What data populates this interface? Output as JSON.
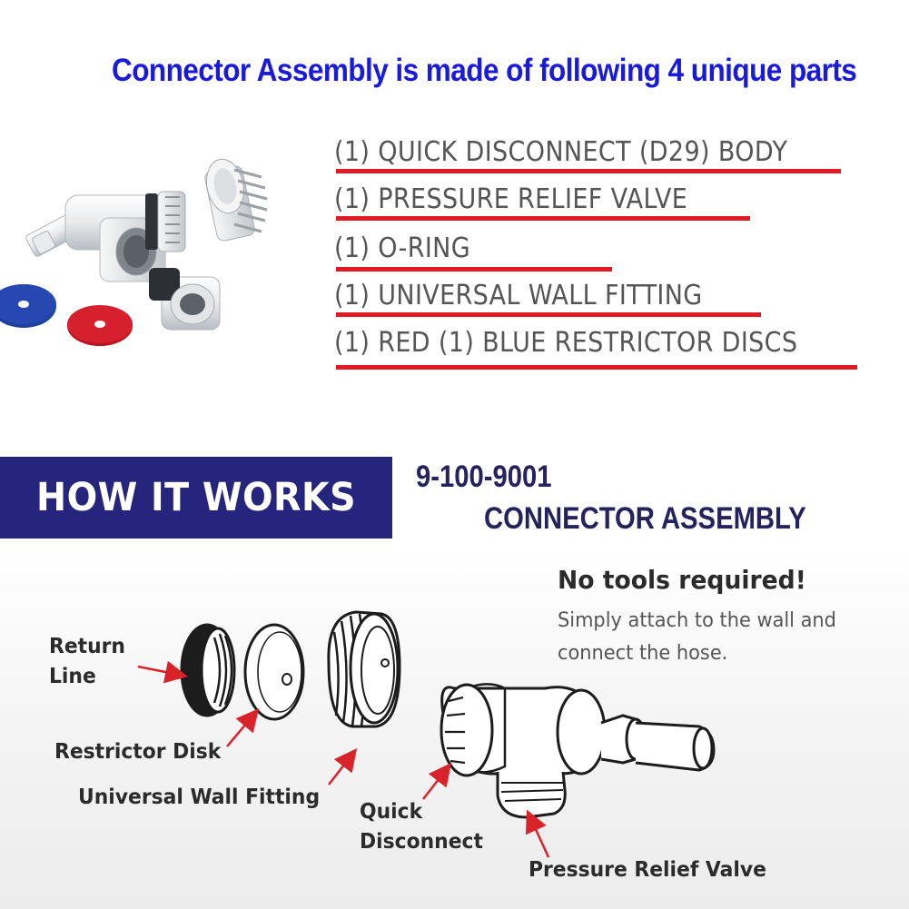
{
  "headline": "Connector Assembly is made of following 4 unique parts",
  "parts": [
    "(1) QUICK DISCONNECT (D29) BODY",
    "(1) PRESSURE RELIEF VALVE",
    "(1)  O-RING",
    "(1) UNIVERSAL WALL FITTING",
    "(1) RED (1) BLUE RESTRICTOR DISCS"
  ],
  "banner": {
    "title": "HOW IT WORKS"
  },
  "model": {
    "number": "9-100-9001",
    "name": "CONNECTOR ASSEMBLY"
  },
  "no_tools": {
    "heading": "No tools required!",
    "line1": "Simply attach to the wall and",
    "line2": "connect the hose."
  },
  "callouts": {
    "return_line": [
      "Return",
      "Line"
    ],
    "restrictor_disk": "Restrictor Disk",
    "universal_wall_fitting": "Universal Wall Fitting",
    "quick_disconnect": [
      "Quick",
      "Disconnect"
    ],
    "pressure_relief_valve": "Pressure Relief Valve"
  },
  "colors": {
    "headline_blue": "#1a1adc",
    "banner_navy": "#26257e",
    "model_navy": "#25235e",
    "underline_red": "#e01b24",
    "part_text_gray": "#555555",
    "arrow_red": "#d9232a",
    "disc_red": "#d6202e",
    "disc_blue": "#1f3f9c"
  },
  "icons": {
    "product_photo": "connector-assembly-photo",
    "exploded_diagram": "connector-exploded-diagram"
  }
}
